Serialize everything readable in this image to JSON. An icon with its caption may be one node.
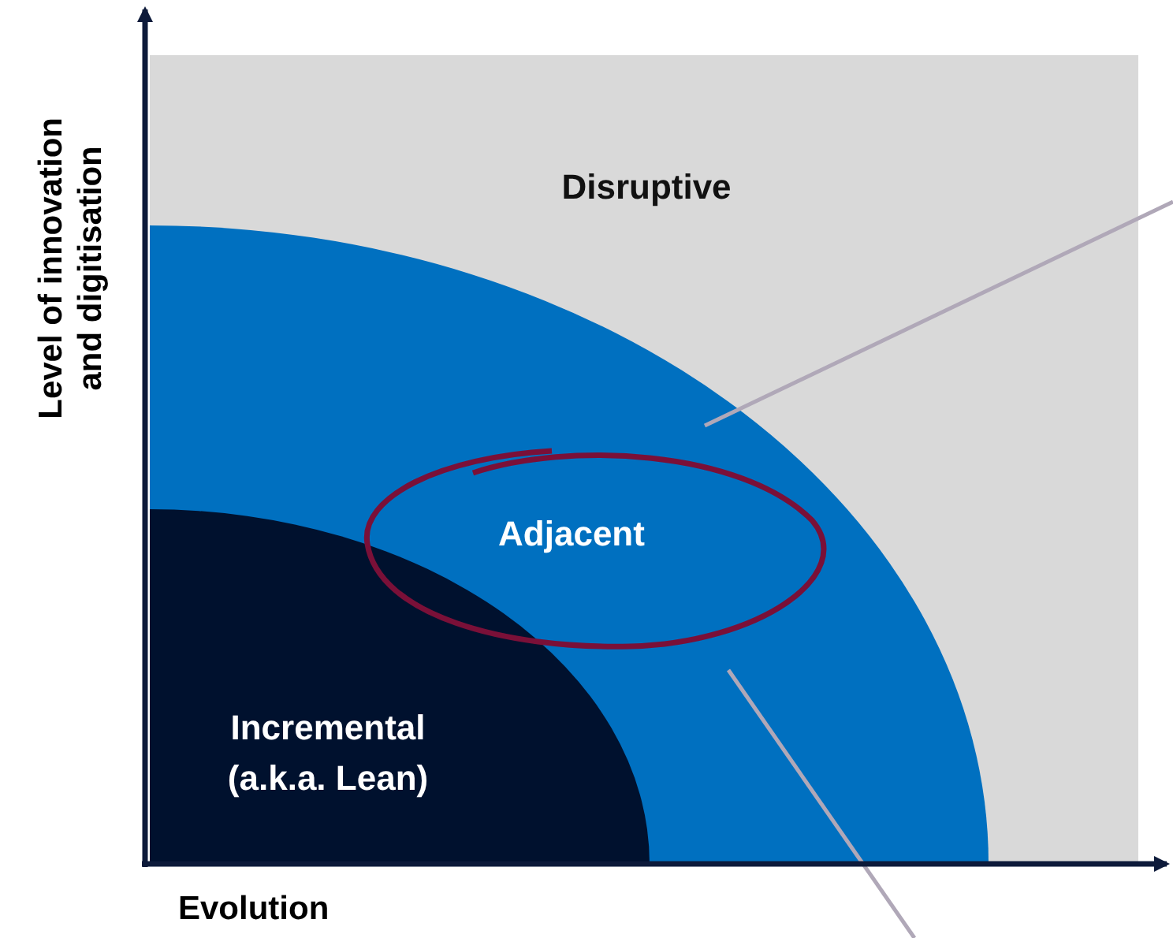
{
  "diagram": {
    "nodes": [
      {
        "text": [
          "Disruptive"
        ]
      },
      {
        "text": [
          "Adjacent"
        ],
        "in": 0
      },
      {
        "text": [
          "Incremental (a.k.a. Lean)"
        ],
        "in": 1
      }
    ],
    "edges": [
      {
        "from": null,
        "to": 1,
        "arrow": "none"
      },
      {
        "from": null,
        "to": 1,
        "arrow": "none"
      }
    ],
    "labels": [
      "Level of innovation and digitisation",
      "Evolution"
    ]
  }
}
